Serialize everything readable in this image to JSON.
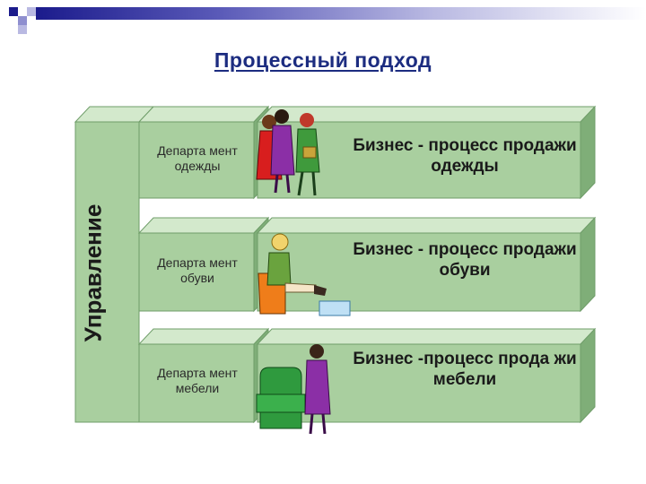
{
  "slide": {
    "title": "Процессный подход"
  },
  "diagram": {
    "management_label": "Управление",
    "rows": [
      {
        "department_line1": "Департа мент",
        "department_line2": "одежды",
        "process_line1": "Бизнес - процесс продажи",
        "process_line2": "одежды"
      },
      {
        "department_line1": "Департа мент",
        "department_line2": "обуви",
        "process_line1": "Бизнес - процесс продажи",
        "process_line2": "обуви"
      },
      {
        "department_line1": "Департа мент",
        "department_line2": "мебели",
        "process_line1": "Бизнес -процесс прода жи",
        "process_line2": "мебели"
      }
    ]
  },
  "colors": {
    "block_front": "#a9cf9f",
    "block_top": "#d3e9cc",
    "block_side": "#7fae78",
    "block_edge": "#6f9d69",
    "title": "#1c2c80"
  }
}
